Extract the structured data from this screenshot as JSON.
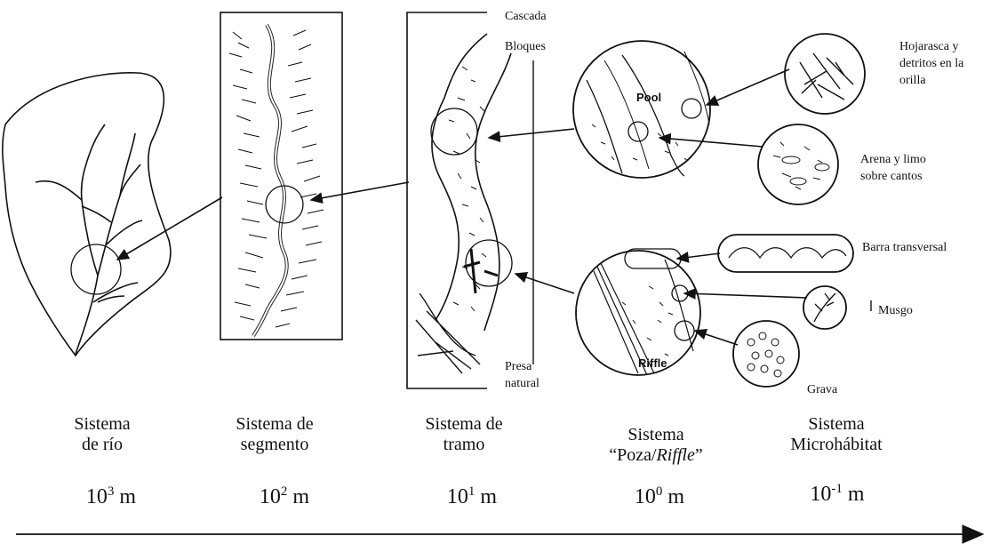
{
  "systems": [
    {
      "line1": "Sistema",
      "line2": "de río",
      "scale_base": "10",
      "scale_exp": "3",
      "scale_unit": "m"
    },
    {
      "line1": "Sistema de",
      "line2": "segmento",
      "scale_base": "10",
      "scale_exp": "2",
      "scale_unit": "m"
    },
    {
      "line1": "Sistema de",
      "line2": "tramo",
      "scale_base": "10",
      "scale_exp": "1",
      "scale_unit": "m"
    },
    {
      "line1": "Sistema",
      "line2_prefix": "“Poza/",
      "line2_italic": "Riffle",
      "line2_suffix": "”",
      "scale_base": "10",
      "scale_exp": "0",
      "scale_unit": "m"
    },
    {
      "line1": "Sistema",
      "line2": "Microhábitat",
      "scale_base": "10",
      "scale_exp": "-1",
      "scale_unit": "m"
    }
  ],
  "labels": {
    "cascada": "Cascada",
    "bloques": "Bloques",
    "presa_1": "Presa",
    "presa_2": "natural",
    "pool": "Pool",
    "riffle": "Riffle",
    "hojarasca_1": "Hojarasca y",
    "hojarasca_2": "detritos en la",
    "hojarasca_3": "orilla",
    "arena_1": "Arena y limo",
    "arena_2": "sobre cantos",
    "barra": "Barra transversal",
    "musgo": "Musgo",
    "grava": "Grava"
  }
}
